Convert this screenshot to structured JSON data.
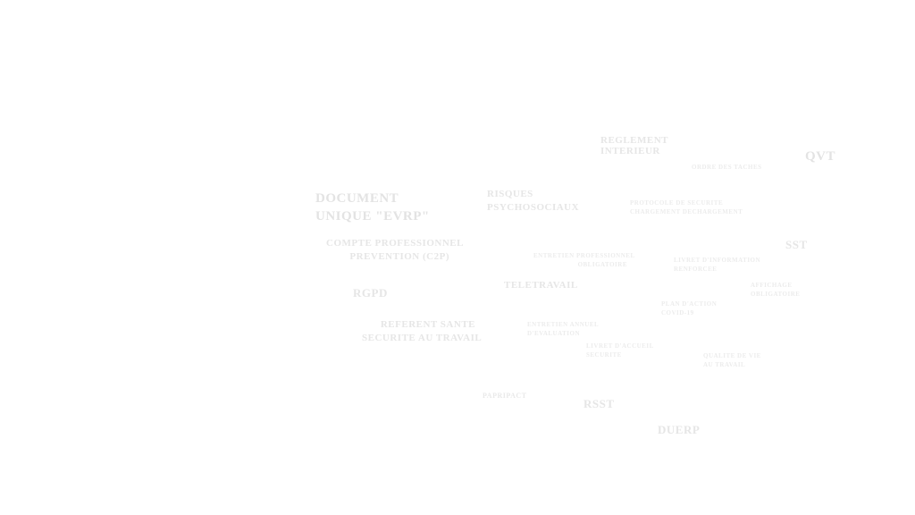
{
  "words": {
    "reglement": [
      "REGLEMENT",
      "INTERIEUR"
    ],
    "ordre_taches": [
      "ORDRE DES TACHES"
    ],
    "qvt": [
      "QVT"
    ],
    "document_unique": [
      "DOCUMENT",
      "UNIQUE \"EVRP\""
    ],
    "risques": [
      "RISQUES",
      "PSYCHOSOCIAUX"
    ],
    "protocole": [
      "PROTOCOLE DE SECURITE",
      "CHARGEMENT DECHARGEMENT"
    ],
    "compte": [
      "COMPTE PROFESSIONNEL",
      "PREVENTION (C2P)"
    ],
    "sst": [
      "SST"
    ],
    "entretien_pro": [
      "ENTRETIEN PROFESSIONNEL",
      "OBLIGATOIRE"
    ],
    "livret_info": [
      "LIVRET D'INFORMATION",
      "RENFORCEE"
    ],
    "affichage": [
      "AFFICHAGE",
      "OBLIGATOIRE"
    ],
    "rgpd": [
      "RGPD"
    ],
    "teletravail": [
      "TELETRAVAIL"
    ],
    "plan_action": [
      "PLAN D'ACTION",
      "COVID-19"
    ],
    "referent": [
      "REFERENT SANTE",
      "SECURITE AU TRAVAIL"
    ],
    "entretien_annuel": [
      "ENTRETIEN ANNUEL",
      "D'EVALUATION"
    ],
    "livret_accueil": [
      "LIVRET D'ACCUEIL",
      "SECURITE"
    ],
    "qualite_vie": [
      "QUALITE DE VIE",
      "AU TRAVAIL"
    ],
    "papripact": [
      "PAPRIPACT"
    ],
    "rsst": [
      "RSST"
    ],
    "duerp": [
      "DUERP"
    ]
  }
}
